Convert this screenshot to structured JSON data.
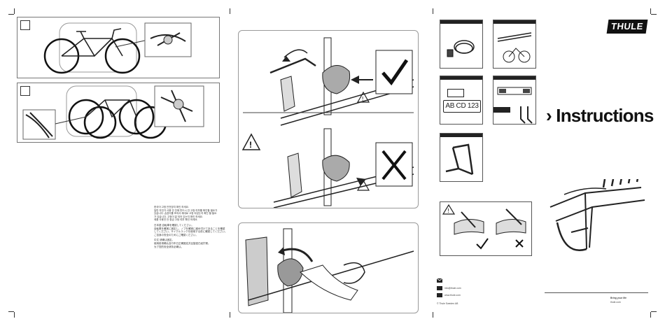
{
  "brand": {
    "logo_text": "THULE"
  },
  "cover": {
    "title_prefix": "›",
    "title": "Instructions"
  },
  "footer": {
    "email_text": "info@thule.com",
    "web_text": "www.thule.com",
    "copyright": "© Thule Sweden AB",
    "tagline": "Bring your life",
    "site": "thule.com"
  },
  "plates": {
    "license_text": "AB CD 123"
  },
  "notes_text_lines": [
    "한국어 고정 안전장치 확인 하세요.",
    "일반 자전거 사용 안 전에 반드시 안 고정 여부를 확인할 필요가",
    "있습니다. 손잡이를 조여서 제대로 고정 되었는지 확인 할 필요",
    "가 있습니다. 고정이 잘 되어 있는지 확인 하세요.",
    "제품 사용전 안 잠금 고정 여부 확인 하세요.",
    "",
    "日本語 自転車を確認してください。",
    "自転車を確実に固定し、ノブを確実に締め付けてあることを確認",
    "してください。サイクルラックを使用する前に確認してください。",
    "ご自身の安全のためにご確認ください。",
    "",
    "中文 请确认固定。",
    "使用前请确认自行车已正确固定并且旋钮已经拧紧。",
    "为了您的安全请务必确认。"
  ]
}
